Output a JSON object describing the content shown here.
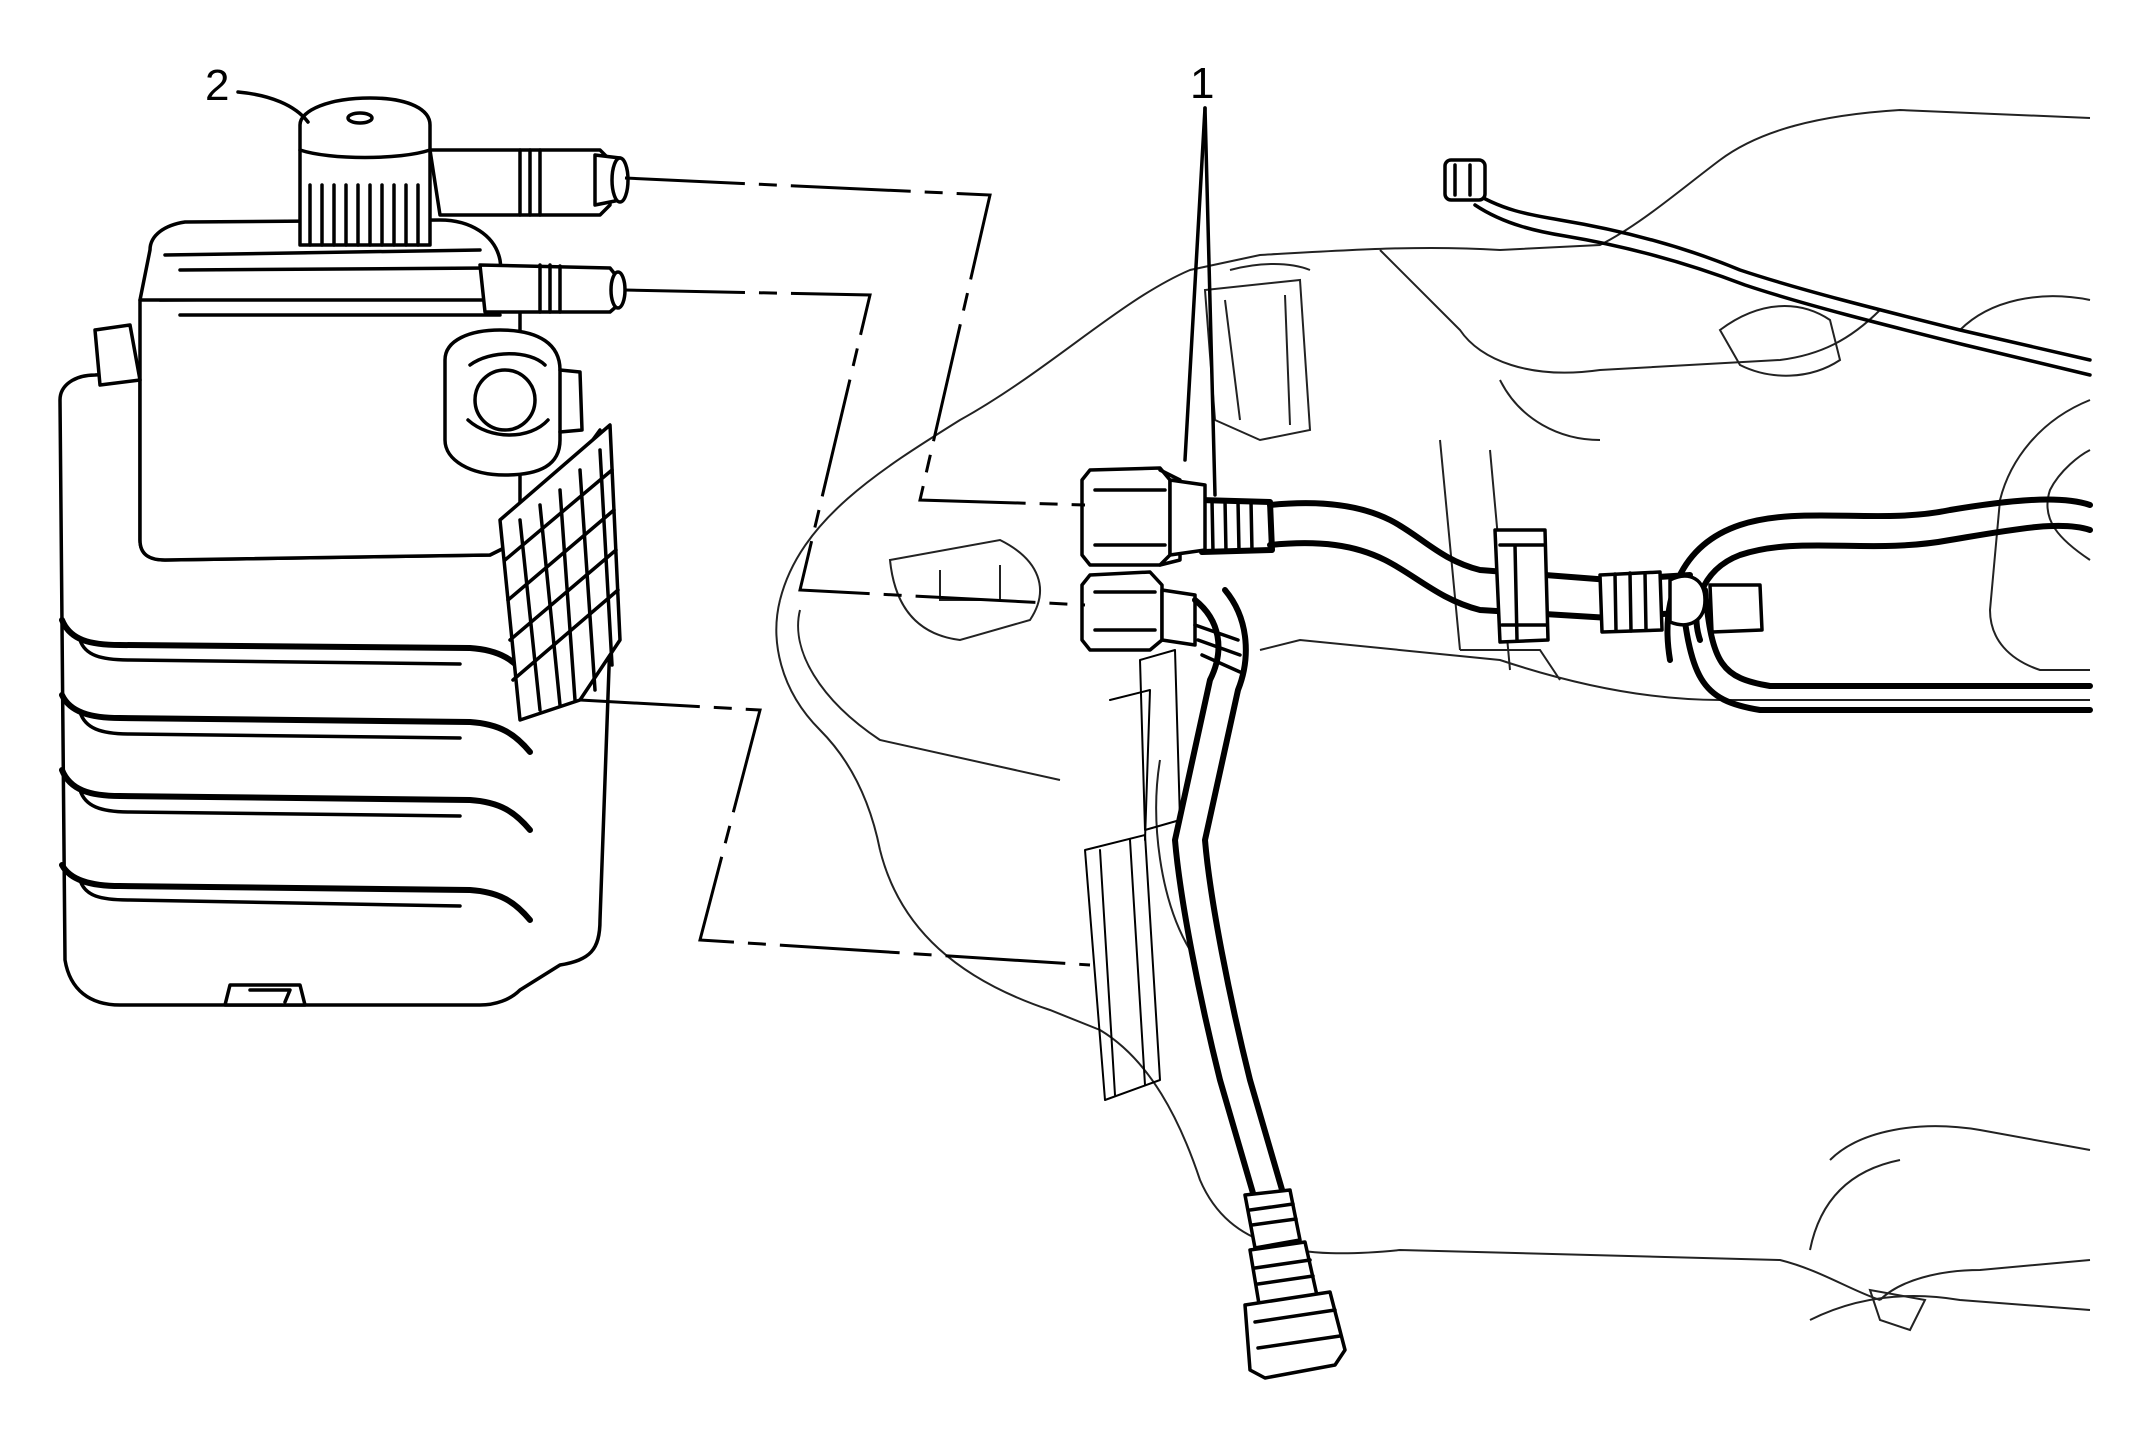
{
  "callouts": [
    {
      "id": "callout-1",
      "text": "1"
    },
    {
      "id": "callout-2",
      "text": "2"
    }
  ],
  "colors": {
    "line": "#000000",
    "background": "#ffffff"
  }
}
